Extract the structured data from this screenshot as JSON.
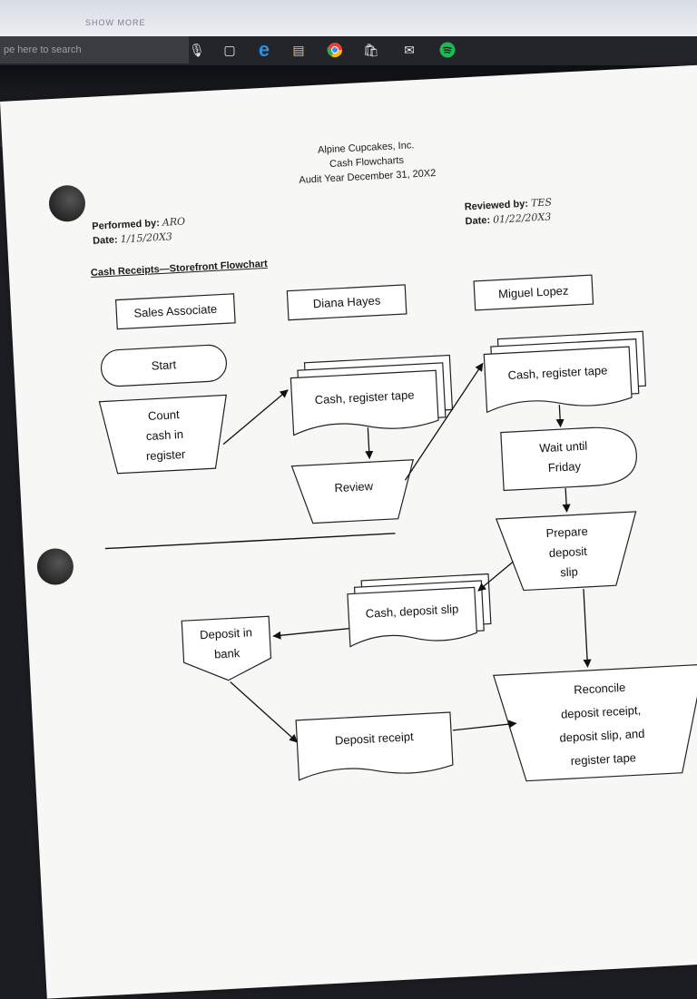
{
  "screen": {
    "hint_text": "SHOW MORE",
    "search_placeholder": "pe here to search"
  },
  "taskbar_icons": [
    "microphone-icon",
    "task-view-icon",
    "edge-icon",
    "explorer-icon",
    "chrome-icon",
    "store-icon",
    "mail-icon",
    "spotify-icon"
  ],
  "header": {
    "company": "Alpine Cupcakes, Inc.",
    "subtitle": "Cash Flowcharts",
    "audit_year": "Audit Year December 31, 20X2",
    "performed_by_label": "Performed by:",
    "performed_by_value": "ARO",
    "date_label": "Date:",
    "date_value_left": "1/15/20X3",
    "reviewed_by_label": "Reviewed by:",
    "reviewed_by_value": "TES",
    "date_value_right": "01/22/20X3",
    "section_title": "Cash Receipts—Storefront Flowchart"
  },
  "lanes": {
    "sales": "Sales Associate",
    "diana": "Diana Hayes",
    "miguel": "Miguel Lopez"
  },
  "nodes": {
    "start": "Start",
    "count_1": "Count",
    "count_2": "cash in",
    "count_3": "register",
    "cash_tape_diana": "Cash, register tape",
    "review": "Review",
    "cash_tape_miguel": "Cash, register tape",
    "wait_1": "Wait until",
    "wait_2": "Friday",
    "prepare_1": "Prepare",
    "prepare_2": "deposit",
    "prepare_3": "slip",
    "deposit_bank_1": "Deposit in",
    "deposit_bank_2": "bank",
    "cash_slip": "Cash, deposit slip",
    "deposit_receipt": "Deposit receipt",
    "reconcile_1": "Reconcile",
    "reconcile_2": "deposit receipt,",
    "reconcile_3": "deposit slip, and",
    "reconcile_4": "register tape"
  }
}
